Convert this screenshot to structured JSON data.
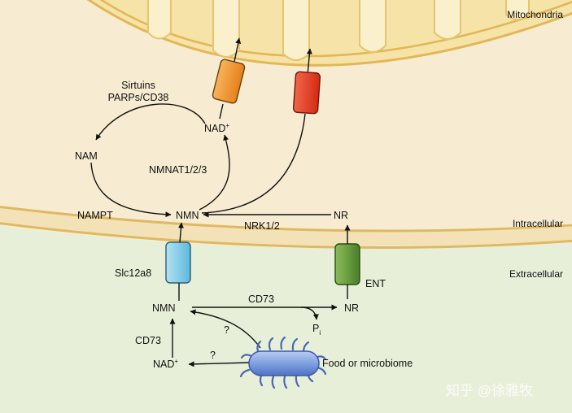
{
  "regions": {
    "mitochondria": "Mitochondria",
    "intracellular": "Intracellular",
    "extracellular": "Extracellular"
  },
  "labels": {
    "sirtuins": "Sirtuins",
    "parps": "PARPs/CD38",
    "nad_plus": "NAD",
    "nad_sup": "+",
    "nam": "NAM",
    "nmnat": "NMNAT1/2/3",
    "nampt": "NAMPT",
    "nmn_in": "NMN",
    "nrk": "NRK1/2",
    "nr_in": "NR",
    "slc12a8": "Slc12a8",
    "ent": "ENT",
    "nmn_out": "NMN",
    "cd73_top": "CD73",
    "nr_out": "NR",
    "pi": "P",
    "pi_sub": "i",
    "question1": "?",
    "cd73_left": "CD73",
    "question2": "?",
    "nad_out": "NAD",
    "nad_out_sup": "+",
    "food": "Food or microbiome"
  },
  "watermark": "知乎 @徐雅牧",
  "colors": {
    "mito_fill": "#f6e3a8",
    "mito_edge": "#e2b754",
    "cell_fill": "#f7ecd2",
    "cell_edge": "#e0b860",
    "extracellular": "#e8efd9",
    "transporter_orange": "#f0952a",
    "transporter_red": "#e43a22",
    "transporter_blue": "#7ec9e6",
    "transporter_green": "#5f9a35",
    "bacterium": "#6a8ed8"
  }
}
